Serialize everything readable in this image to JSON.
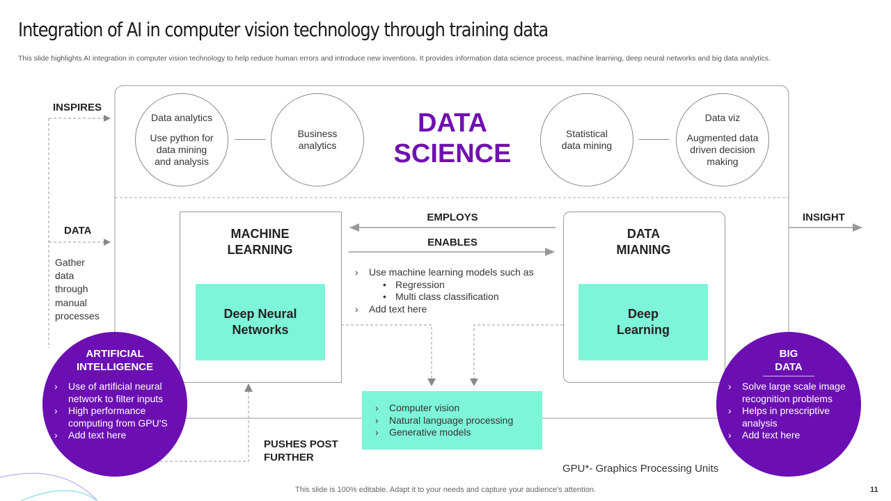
{
  "header": {
    "title": "Integration of AI in computer vision technology through training data",
    "subtitle": "This slide highlights AI integration in computer vision technology to help reduce human errors and introduce new inventions. It provides information data science process, machine learning, deep neural networks and  big data analytics."
  },
  "side_labels": {
    "inspires": "INSPIRES",
    "data": "DATA",
    "gather_lines": [
      "Gather",
      "data",
      "through",
      "manual",
      "processes"
    ],
    "insight": "INSIGHT",
    "pushes_lines": [
      "PUSHES POST",
      "FURTHER"
    ]
  },
  "data_science": {
    "title_lines": [
      "DATA",
      "SCIENCE"
    ],
    "circles": [
      {
        "line1": "Data analytics",
        "lines2": [
          "Use python for",
          "data mining",
          "and analysis"
        ]
      },
      {
        "line1": "Business",
        "lines2": [
          "analytics"
        ]
      },
      {
        "line1": "Statistical",
        "lines2": [
          "data mining"
        ]
      },
      {
        "line1": "Data viz",
        "lines2": [
          "Augmented data",
          "driven decision",
          "making"
        ]
      }
    ]
  },
  "machine_learning": {
    "title_lines": [
      "MACHINE",
      "LEARNING"
    ],
    "inner_lines": [
      "Deep Neural",
      "Networks"
    ]
  },
  "data_mining": {
    "title_lines": [
      "DATA",
      "MIANING"
    ],
    "inner_lines": [
      "Deep",
      "Learning"
    ]
  },
  "arrows": {
    "employs": "EMPLOYS",
    "enables": "ENABLES"
  },
  "center_bullets": {
    "item1": "Use machine learning models such as",
    "sub1": "Regression",
    "sub2": "Multi class classification",
    "item2": "Add text here",
    "marker": "›",
    "sub_marker": "•"
  },
  "outputs": {
    "items": [
      "Computer vision",
      "Natural language processing",
      "Generative models"
    ]
  },
  "ai_circle": {
    "title_lines": [
      "ARTIFICIAL",
      "INTELLIGENCE"
    ],
    "items": [
      "Use of artificial neural network to filter inputs",
      "High performance computing from GPU'S",
      "Add text here"
    ]
  },
  "big_data": {
    "title_lines": [
      "BIG",
      "DATA"
    ],
    "items": [
      "Solve large scale image recognition problems",
      "Helps in prescriptive analysis",
      "Add text here"
    ]
  },
  "note": "GPU*- Graphics Processing Units",
  "footer": "This slide is 100% editable. Adapt it to your needs and capture your audience's attention.",
  "page_number": "11",
  "colors": {
    "accent_purple": "#6b0fb3",
    "title_purple": "#7010b0",
    "teal": "#7ef5d8"
  }
}
